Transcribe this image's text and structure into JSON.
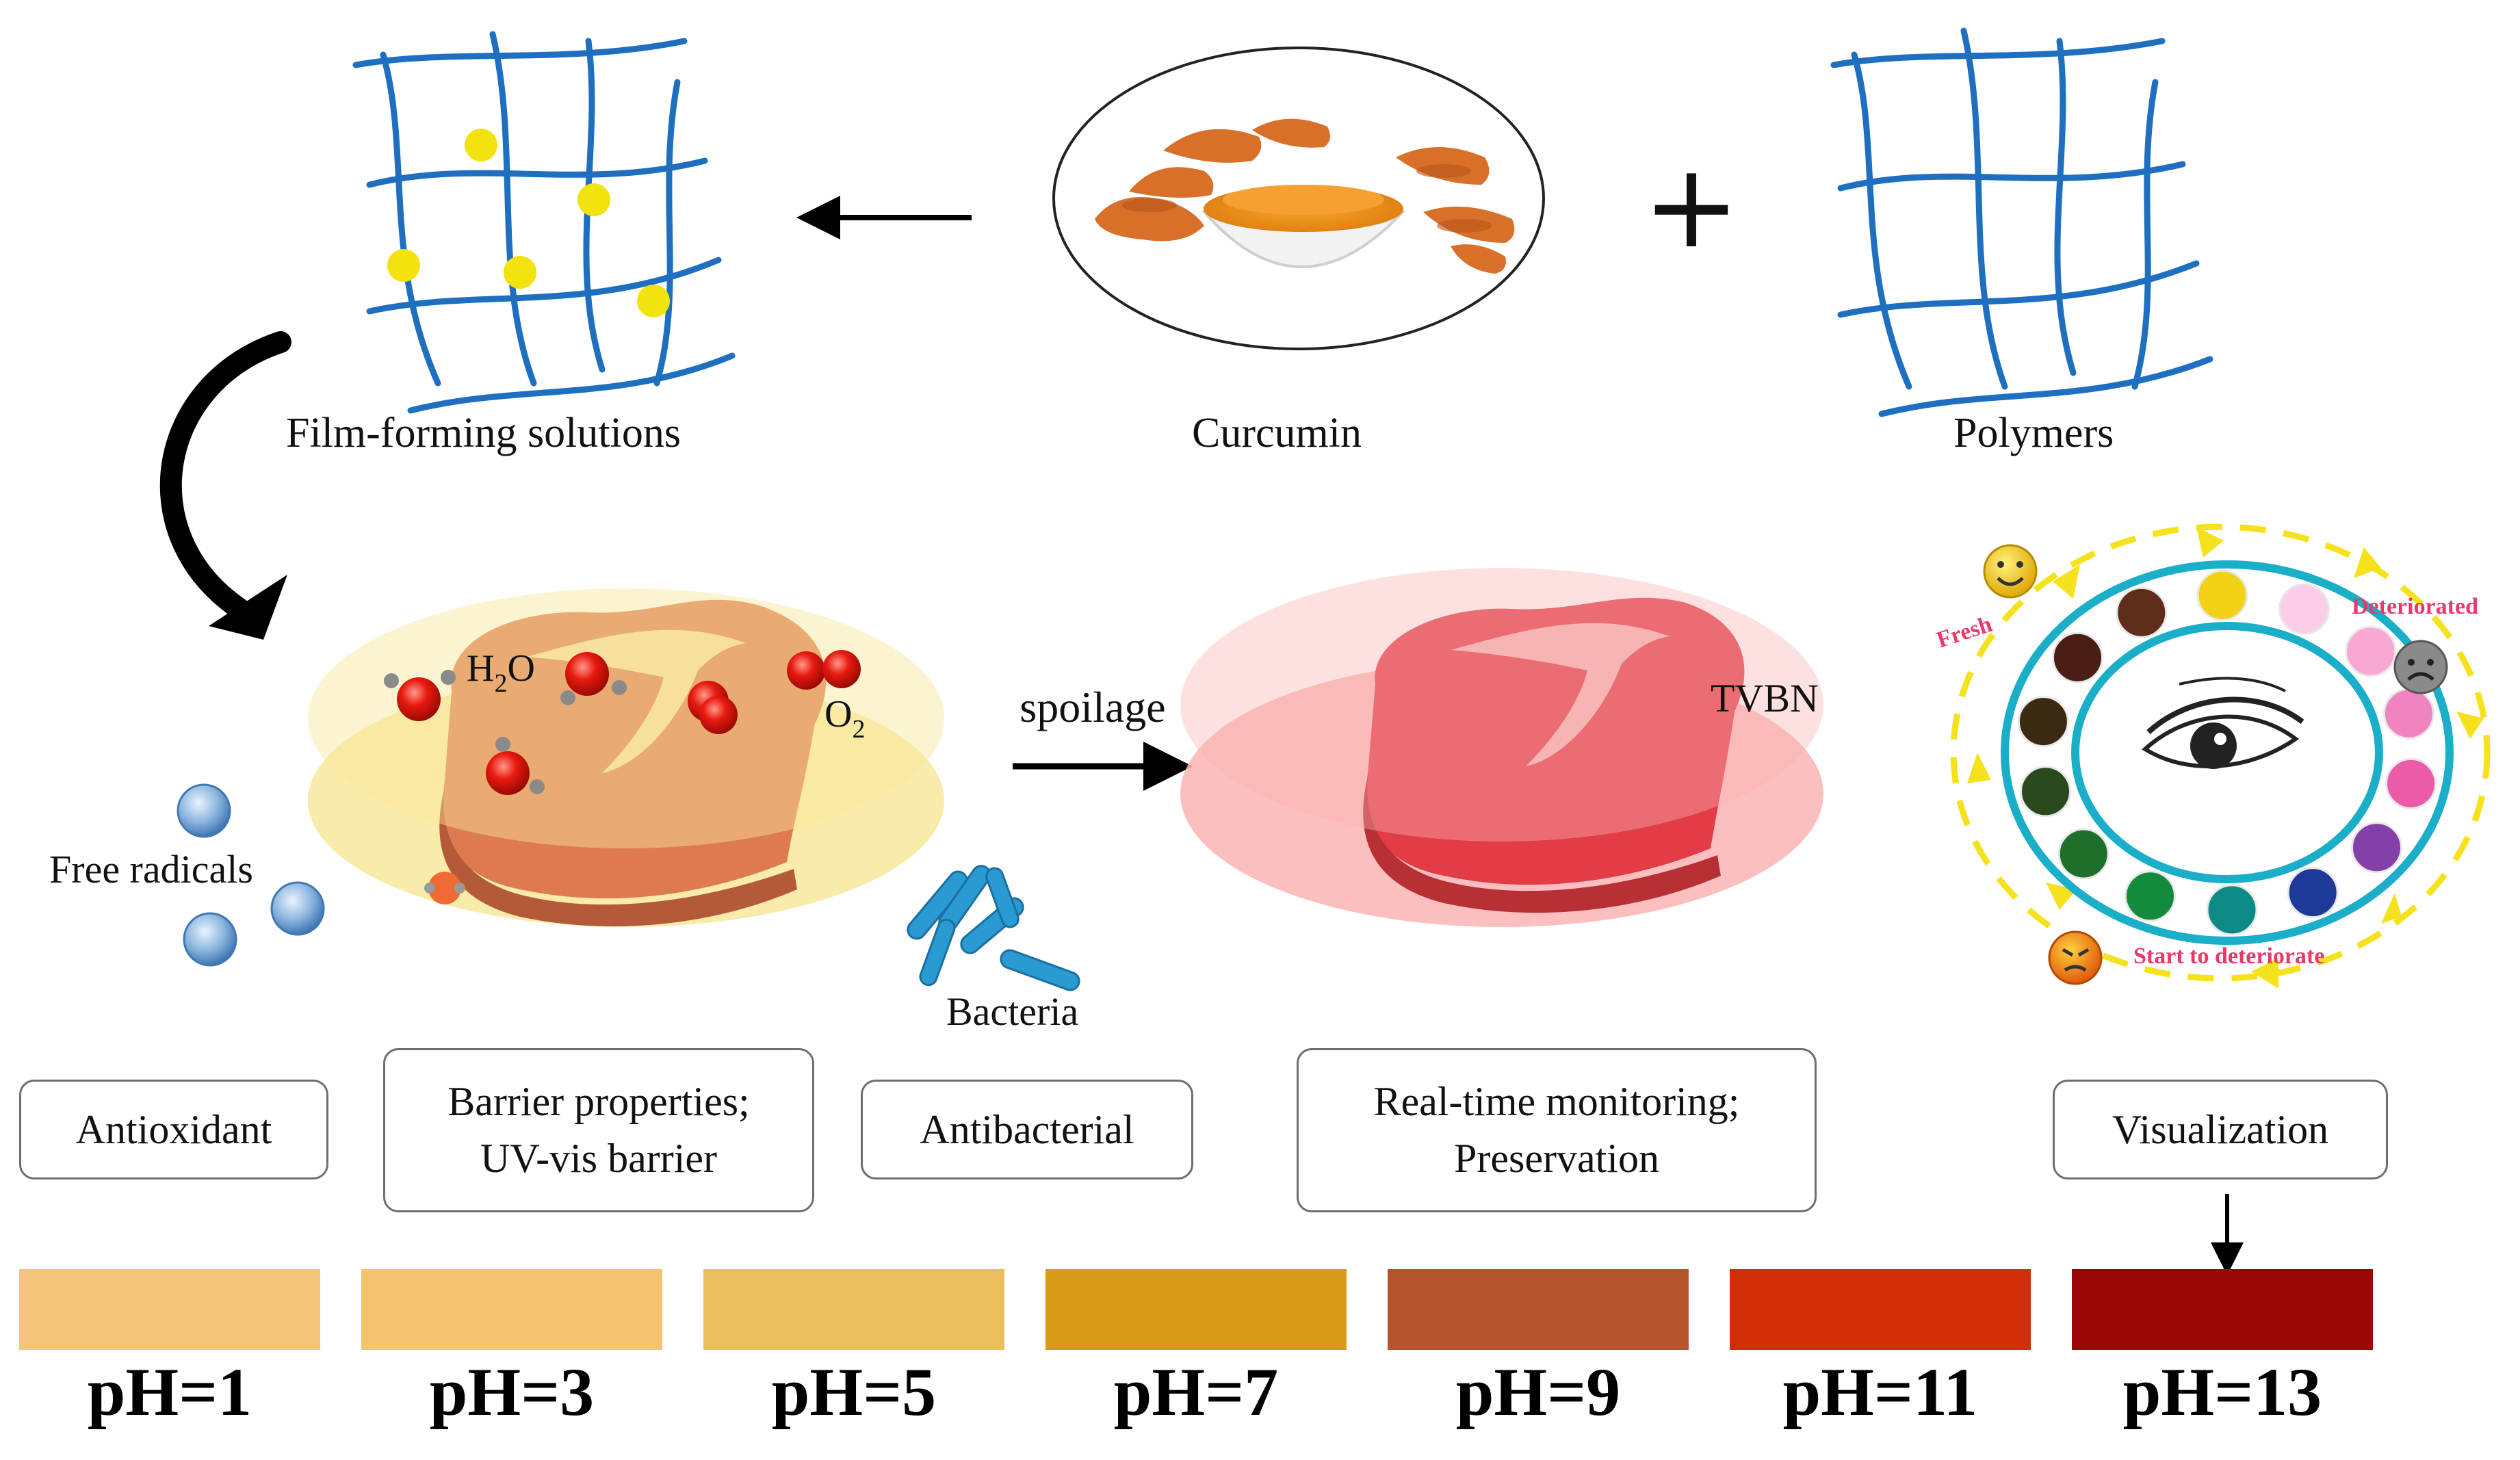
{
  "labels": {
    "film_forming": "Film-forming solutions",
    "curcumin": "Curcumin",
    "polymers": "Polymers",
    "plus": "+",
    "h2o_main": "H",
    "h2o_sub": "2",
    "h2o_end": "O",
    "o2_main": "O",
    "o2_sub": "2",
    "free_radicals": "Free radicals",
    "bacteria": "Bacteria",
    "spoilage": "spoilage",
    "tvbn": "TVBN",
    "fresh": "Fresh",
    "deteriorated": "Deteriorated",
    "start_to_deteriorate": "Start to deteriorate"
  },
  "properties": [
    {
      "lines": [
        "Antioxidant"
      ]
    },
    {
      "lines": [
        "Barrier properties;",
        "UV-vis barrier"
      ]
    },
    {
      "lines": [
        "Antibacterial"
      ]
    },
    {
      "lines": [
        "Real-time monitoring;",
        "Preservation"
      ]
    },
    {
      "lines": [
        "Visualization"
      ]
    }
  ],
  "ph_scale": [
    {
      "label": "pH=1",
      "color": "#f5c67a"
    },
    {
      "label": "pH=3",
      "color": "#f5c370"
    },
    {
      "label": "pH=5",
      "color": "#ebbf5c"
    },
    {
      "label": "pH=7",
      "color": "#d79b18"
    },
    {
      "label": "pH=9",
      "color": "#b4552e"
    },
    {
      "label": "pH=11",
      "color": "#d12e08"
    },
    {
      "label": "pH=13",
      "color": "#9b0707"
    }
  ],
  "indicator_wheel_colors": [
    "#f2d216",
    "#fbcde8",
    "#f8a8d2",
    "#ef84c0",
    "#ea5ca8",
    "#8340a8",
    "#1e3a98",
    "#0d8a86",
    "#138a3c",
    "#1f6f2c",
    "#2a4a1e",
    "#3a2a12",
    "#4a1e12",
    "#5e2e1a"
  ],
  "colors": {
    "polymer_line": "#1e6fc0",
    "curcumin_dot": "#f2e20e",
    "film_yellow": "#f8e79a",
    "film_pink": "#fab4b4",
    "ring": "#1aaec8",
    "arrow_yellow": "#f5e11c",
    "bubble": "#5b93c8",
    "bacteria": "#2a9ad2",
    "steak": "#dd7a50",
    "steak_spoiled": "#e23c46"
  }
}
